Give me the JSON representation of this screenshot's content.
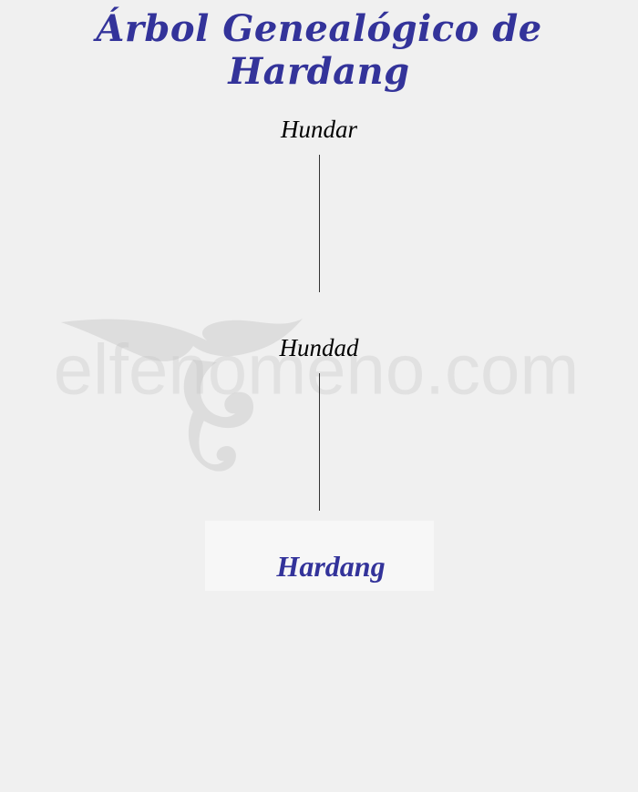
{
  "title": "Árbol Genealógico de Hardang",
  "tree": {
    "generations": [
      {
        "name": "Hundar"
      },
      {
        "name": "Hundad"
      }
    ],
    "subject": {
      "name": "Hardang"
    }
  },
  "watermark": {
    "text": "elfenomeno.com"
  },
  "colors": {
    "background": "#f0f0f0",
    "title": "#33339a",
    "subject_name": "#33339a",
    "ancestor_name": "#000000",
    "connector": "#333333",
    "subject_box": "#f7f7f7",
    "watermark": "#b8b8b8"
  }
}
